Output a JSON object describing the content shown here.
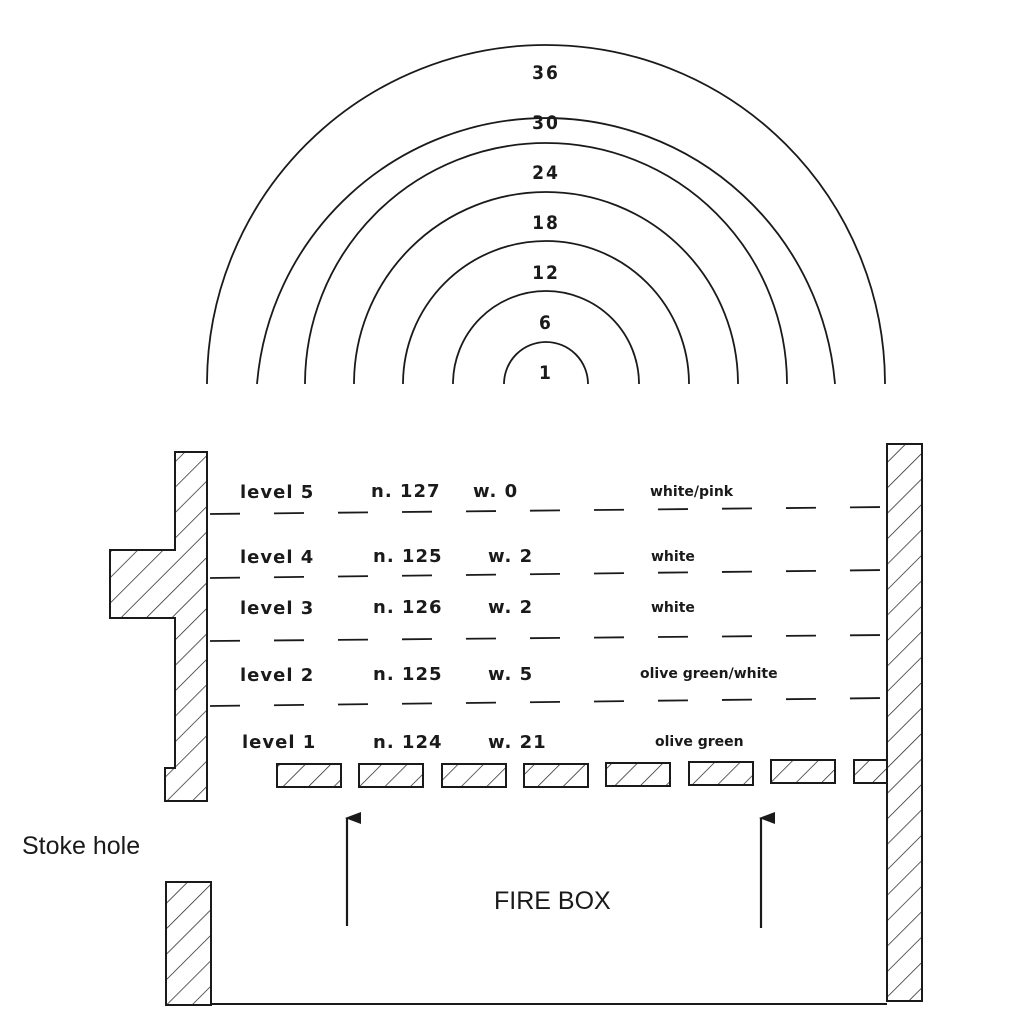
{
  "rings": [
    "1",
    "6",
    "12",
    "18",
    "24",
    "30",
    "36"
  ],
  "levels": [
    {
      "name": "level 5",
      "n": "n. 127",
      "w": "w. 0",
      "color": "white/pink"
    },
    {
      "name": "level 4",
      "n": "n. 125",
      "w": "w. 2",
      "color": "white"
    },
    {
      "name": "level 3",
      "n": "n. 126",
      "w": "w. 2",
      "color": "white"
    },
    {
      "name": "level 2",
      "n": "n. 125",
      "w": "w. 5",
      "color": "olive green/white"
    },
    {
      "name": "level 1",
      "n": "n. 124",
      "w": "w. 21",
      "color": "olive green"
    }
  ],
  "labels": {
    "stoke_hole": "Stoke hole",
    "fire_box": "FIRE BOX"
  }
}
